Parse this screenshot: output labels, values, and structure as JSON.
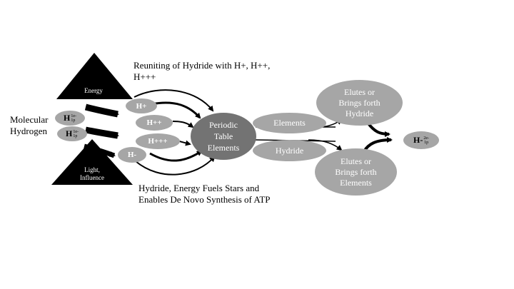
{
  "captions": {
    "top": "Reuniting of Hydride with H+, H++, H+++",
    "bottom": "Hydride, Energy Fuels Stars and Enables De Novo Synthesis of ATP",
    "molecular": "Molecular Hydrogen"
  },
  "triangles": {
    "energy": "Energy",
    "light_line1": "Light,",
    "light_line2": "Influence"
  },
  "molecules": {
    "h_symbol": "H",
    "top_sup": "1e-",
    "top_sub": "1p",
    "bottom_sup": "1e-",
    "bottom_sub": "1p"
  },
  "ions": {
    "h_plus": "H+",
    "h_plus_plus": "H++",
    "h_plus3": "H+++",
    "h_minus": "H-"
  },
  "center": {
    "periodic_line1": "Periodic",
    "periodic_line2": "Table",
    "periodic_line3": "Elements",
    "elements": "Elements",
    "hydride": "Hydride"
  },
  "outputs": {
    "top_line1": "Elutes or",
    "top_line2": "Brings forth",
    "top_line3": "Hydride",
    "bottom_line1": "Elutes or",
    "bottom_line2": "Brings forth",
    "bottom_line3": "Elements"
  },
  "final": {
    "symbol": "H-",
    "sup": "2e-",
    "sub": "1p"
  },
  "colors": {
    "light_gray": "#a6a6a6",
    "dark_gray": "#737373",
    "black": "#000000"
  }
}
